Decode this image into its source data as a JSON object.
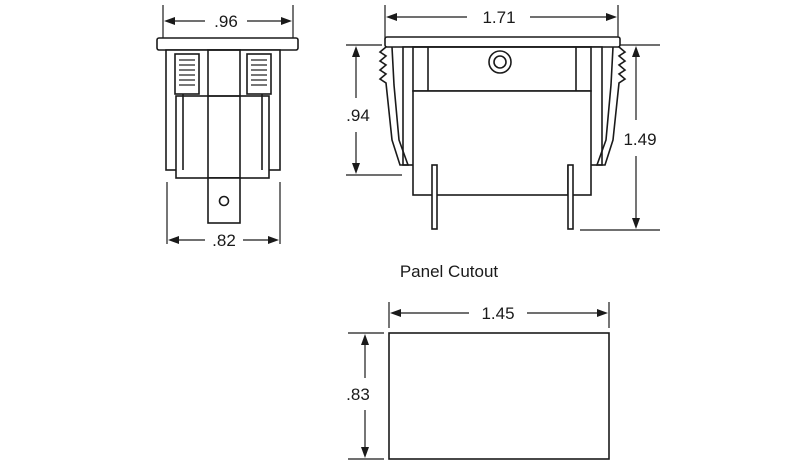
{
  "side_view": {
    "top_width": ".96",
    "bottom_width": ".82"
  },
  "front_view": {
    "width": "1.71",
    "bezel_height": ".94",
    "total_height": "1.49"
  },
  "panel_cutout": {
    "title": "Panel Cutout",
    "width": "1.45",
    "height": ".83"
  }
}
